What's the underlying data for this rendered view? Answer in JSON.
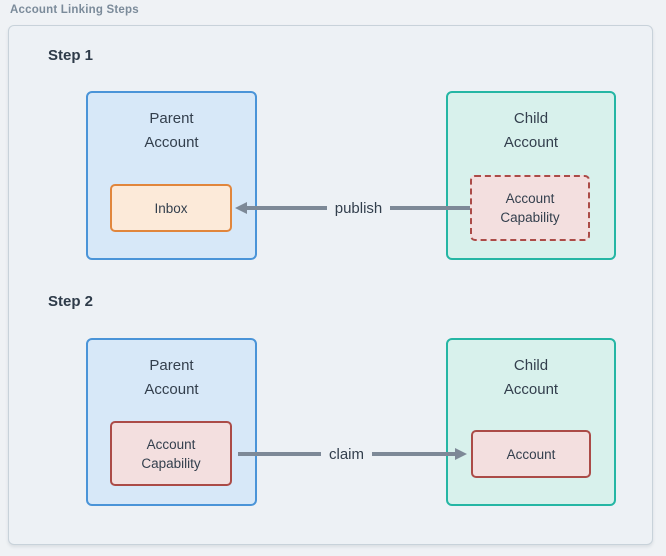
{
  "panel": {
    "title": "Account Linking Steps"
  },
  "colors": {
    "page-bg": "#eff2f5",
    "panel-bg": "#edf1f5",
    "panel-border": "#c8d2da",
    "heading": "#2e3b49",
    "muted": "#7b8b9a",
    "node-text": "#333f4d",
    "blue-fill": "#d7e8f8",
    "blue-border": "#4a94d8",
    "teal-fill": "#d8f1ec",
    "teal-border": "#25b6a4",
    "orange-fill": "#fcead9",
    "orange-border": "#e1863c",
    "pink-fill": "#f3dfdf",
    "red-border": "#ab4b47",
    "arrow": "#7d8997"
  },
  "steps": [
    {
      "heading": "Step 1",
      "parent": {
        "lines": [
          "Parent",
          "Account"
        ],
        "inner": {
          "lines": [
            "Inbox"
          ],
          "style": "orange-solid"
        }
      },
      "child": {
        "lines": [
          "Child",
          "Account"
        ],
        "inner": {
          "lines": [
            "Account",
            "Capability"
          ],
          "style": "pink-dashed"
        }
      },
      "arrow": {
        "label": "publish",
        "direction": "right-to-left",
        "from": "child.inner",
        "to": "parent.inner"
      }
    },
    {
      "heading": "Step 2",
      "parent": {
        "lines": [
          "Parent",
          "Account"
        ],
        "inner": {
          "lines": [
            "Account",
            "Capability"
          ],
          "style": "pink-solid"
        }
      },
      "child": {
        "lines": [
          "Child",
          "Account"
        ],
        "inner": {
          "lines": [
            "Account"
          ],
          "style": "pink-solid"
        }
      },
      "arrow": {
        "label": "claim",
        "direction": "left-to-right",
        "from": "parent.inner",
        "to": "child.inner"
      }
    }
  ]
}
